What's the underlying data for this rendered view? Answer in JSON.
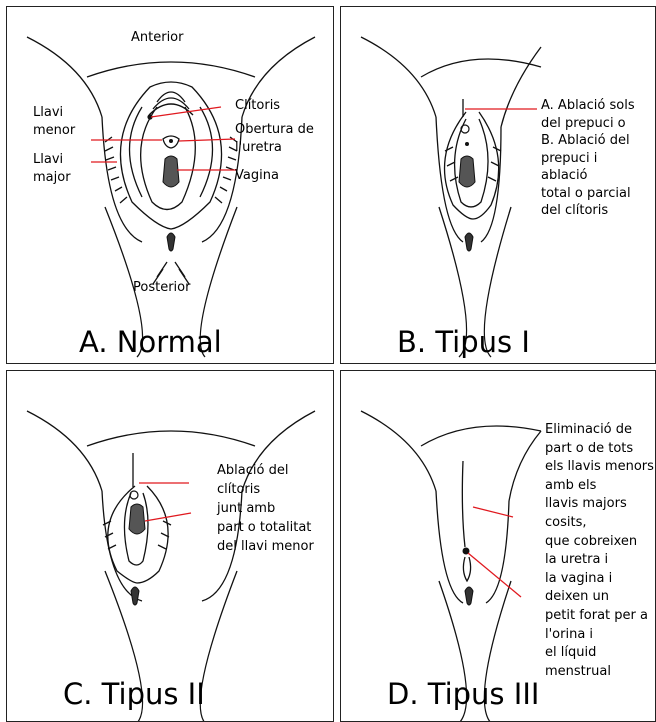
{
  "panel_a": {
    "caption": "A. Normal",
    "anterior": "Anterior",
    "posterior": "Posterior",
    "llavi_menor": [
      "Llavi",
      "menor"
    ],
    "llavi_major": [
      "Llavi",
      "major"
    ],
    "clitoris": "Clítoris",
    "obertura": [
      "Obertura de",
      "l'uretra"
    ],
    "vagina": "Vagina"
  },
  "panel_b": {
    "caption": "B. Tipus I",
    "note": [
      "A. Ablació sols",
      "del prepuci o",
      "B. Ablació del",
      "prepuci i",
      "ablació",
      "total o parcial",
      "del clítoris"
    ]
  },
  "panel_c": {
    "caption": "C. Tipus II",
    "note": [
      "Ablació del",
      "clítoris",
      "junt amb",
      "part o totalitat",
      "del llavi menor"
    ]
  },
  "panel_d": {
    "caption": "D. Tipus III",
    "note": [
      "Eliminació de",
      "part o de tots",
      "els llavis menors",
      "amb els",
      "llavis majors",
      "cosits,",
      "que cobreixen",
      "la uretra i",
      "la vagina i",
      "deixen un",
      "petit forat per a",
      "l'orina i",
      "el líquid",
      "menstrual"
    ]
  },
  "colors": {
    "leader_line": "#e0191f",
    "outline": "#111111",
    "fill_dark": "#555555"
  }
}
